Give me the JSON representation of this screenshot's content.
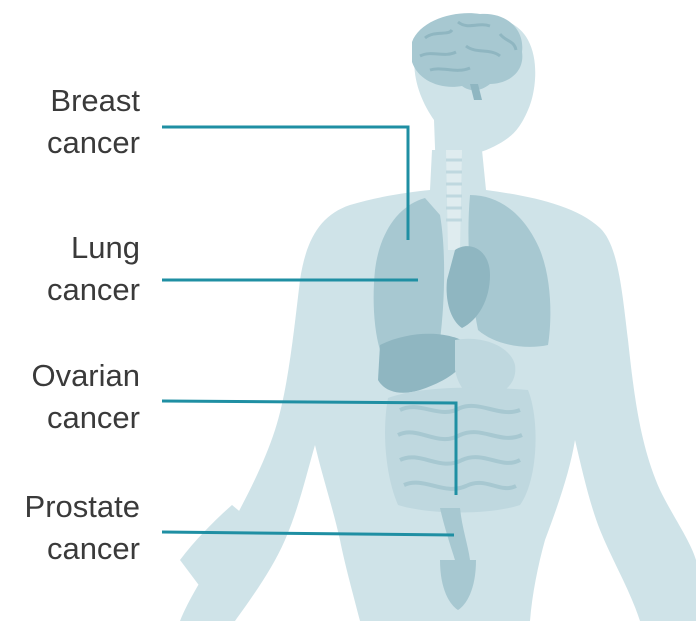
{
  "labels": [
    {
      "line1": "Breast",
      "line2": "cancer"
    },
    {
      "line1": "Lung",
      "line2": "cancer"
    },
    {
      "line1": "Ovarian",
      "line2": "cancer"
    },
    {
      "line1": "Prostate",
      "line2": "cancer"
    }
  ],
  "colors": {
    "body": "#cfe3e8",
    "organ_dark": "#8fb6c1",
    "organ_mid": "#a7c8d1",
    "organ_light": "#bfd8df",
    "leader_line": "#1f8fa3",
    "text": "#3a3a3a"
  }
}
